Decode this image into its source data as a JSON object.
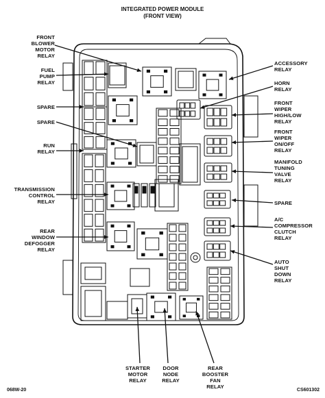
{
  "title": "INTEGRATED POWER MODULE",
  "subtitle": "(FRONT VIEW)",
  "labels_left": [
    "FRONT\nBLOWER\nMOTOR\nRELAY",
    "FUEL\nPUMP\nRELAY",
    "SPARE",
    "SPARE",
    "RUN\nRELAY",
    "TRANSMISSION\nCONTROL\nRELAY",
    "REAR\nWINDOW\nDEFOGGER\nRELAY"
  ],
  "labels_right": [
    "ACCESSORY\nRELAY",
    "HORN\nRELAY",
    "FRONT\nWIPER\nHIGH/LOW\nRELAY",
    "FRONT\nWIPER\nON/OFF\nRELAY",
    "MANIFOLD\nTUNING\nVALVE\nRELAY",
    "SPARE",
    "A/C\nCOMPRESSOR\nCLUTCH\nRELAY",
    "AUTO\nSHUT\nDOWN\nRELAY"
  ],
  "labels_bottom": [
    "STARTER\nMOTOR\nRELAY",
    "DOOR\nNODE\nRELAY",
    "REAR\nBOOSTER\nFAN\nRELAY"
  ],
  "footer_left": "068W-20",
  "footer_right": "CS601302",
  "colors": {
    "line": "#111111",
    "background": "#ffffff"
  }
}
